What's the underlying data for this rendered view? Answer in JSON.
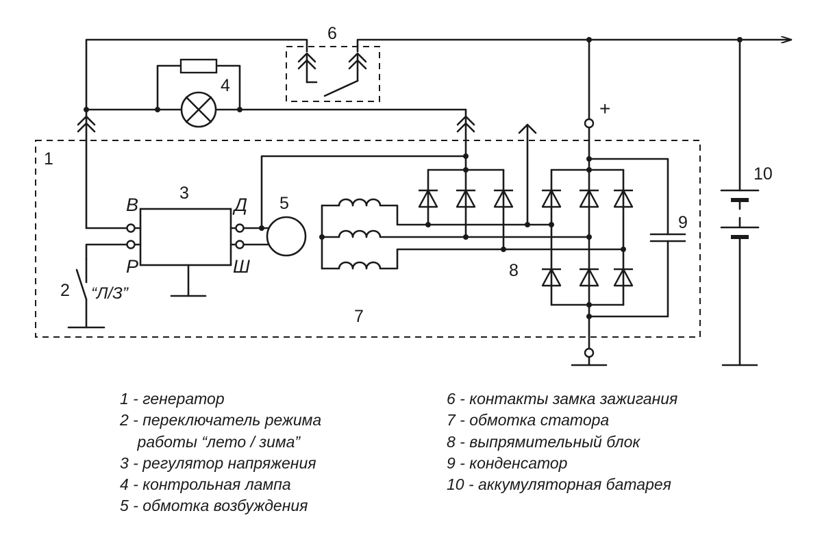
{
  "diagram": {
    "numbers": {
      "n1": "1",
      "n2": "2",
      "n3": "3",
      "n4": "4",
      "n5": "5",
      "n6": "6",
      "n7": "7",
      "n8": "8",
      "n9": "9",
      "n10": "10"
    },
    "terminals": {
      "b": "В",
      "d": "Д",
      "p": "Р",
      "sh": "Ш",
      "plus": "+"
    },
    "switch_mode": "“Л/З”"
  },
  "legend": {
    "left": [
      "1 - генератор",
      "2 - переключатель режима",
      "    работы “лето / зима”",
      "3 - регулятор напряжения",
      "4 - контрольная лампа",
      "5 - обмотка возбуждения"
    ],
    "right": [
      "6 - контакты замка зажигания",
      "7 - обмотка статора",
      "8 - выпрямительный блок",
      "9 - конденсатор",
      "10 - аккумуляторная батарея"
    ]
  }
}
